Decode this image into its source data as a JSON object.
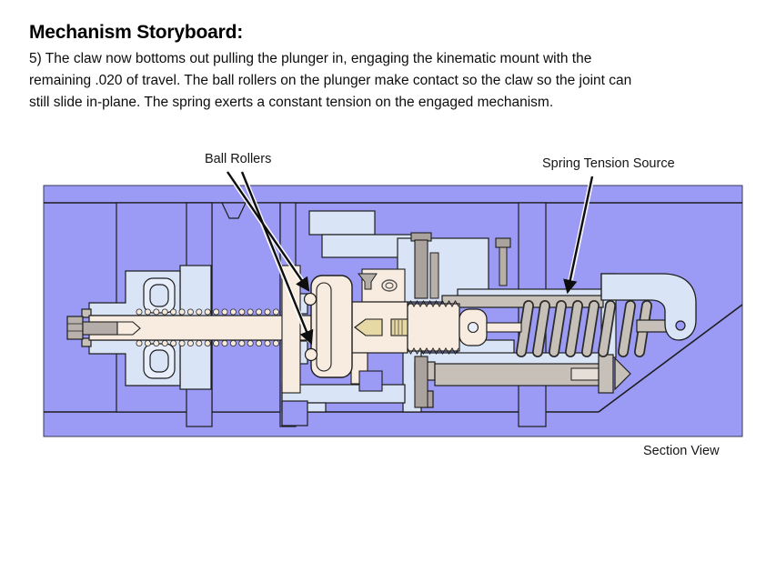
{
  "title": "Mechanism Storyboard:",
  "body": {
    "lines": [
      "5) The claw now bottoms out pulling the plunger in, engaging the kinematic mount with the",
      "remaining .020 of travel. The ball rollers on the plunger make contact so the claw so the joint can",
      "still slide in-plane. The spring exerts a constant tension on the engaged mechanism."
    ]
  },
  "diagram": {
    "labels": {
      "ball_rollers": "Ball Rollers",
      "spring_tension_source": "Spring Tension Source",
      "section_view": "Section View"
    },
    "colors": {
      "housing_purple": "#9b9bf6",
      "part_light_blue": "#d9e4f6",
      "part_light_blue_inner": "#e9effa",
      "part_cream": "#f8ebdf",
      "screw_khaki": "#e6d9a5",
      "metal_gray": "#c7c0b8",
      "bolt_gray": "#aaa39d",
      "outline": "#232323"
    }
  }
}
